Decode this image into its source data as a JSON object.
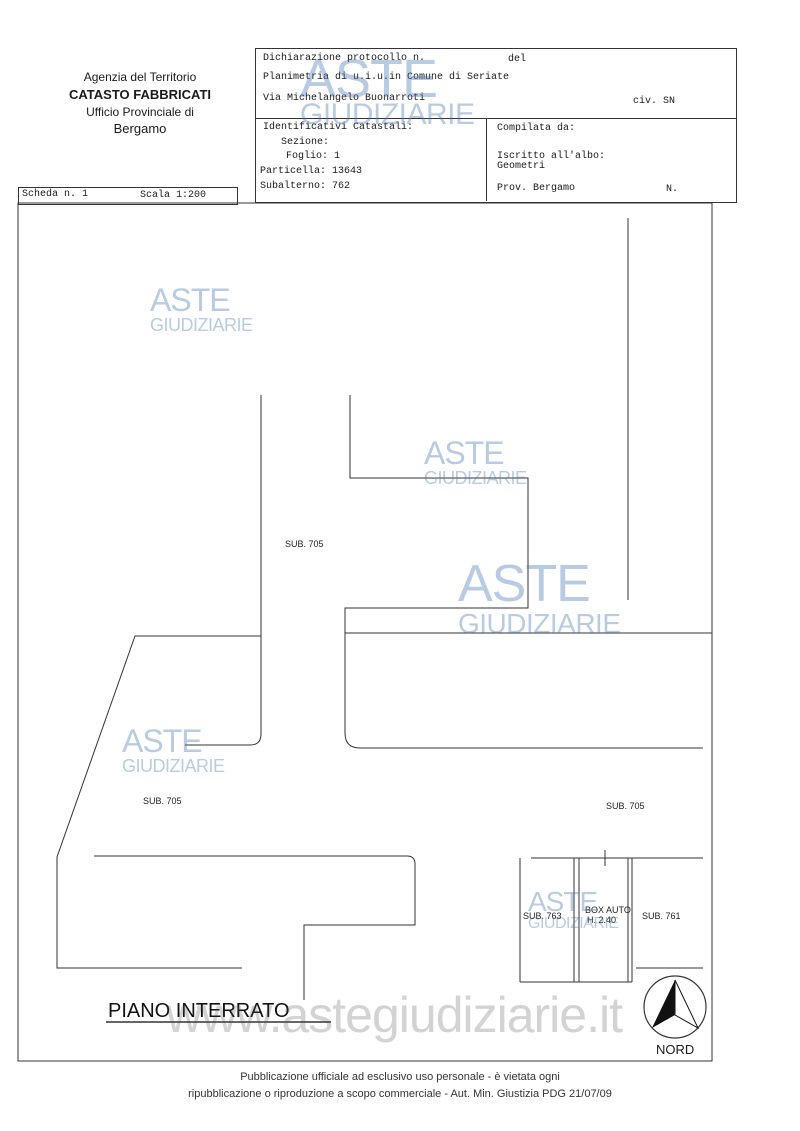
{
  "agency": {
    "name": "Agenzia del Territorio",
    "dept": "CATASTO FABBRICATI",
    "office": "Ufficio Provinciale di",
    "city": "Bergamo"
  },
  "scheda": {
    "number_label": "Scheda n. 1",
    "scale_label": "Scala 1:200"
  },
  "header": {
    "protocol_label": "Dichiarazione protocollo n.",
    "del_label": "del",
    "planimetria": "Planimetria di u.i.u.in Comune di Seriate",
    "address": "Via Michelangelo Buonarroti",
    "civ": "civ. SN",
    "identificativi": "Identificativi Catastali:",
    "sezione": "Sezione:",
    "foglio": "Foglio: 1",
    "particella": "Particella: 13643",
    "subalterno": "Subalterno: 762",
    "compilata": "Compilata da:",
    "iscritto": "Iscritto all'albo:",
    "geometri": "Geometri",
    "prov": "Prov. Bergamo",
    "n_label": "N."
  },
  "plan": {
    "sub_705_a": "SUB. 705",
    "sub_705_b": "SUB. 705",
    "sub_705_c": "SUB. 705",
    "sub_763": "SUB. 763",
    "sub_761": "SUB. 761",
    "box_auto": "BOX AUTO",
    "box_height": "H. 2.40",
    "floor_title": "PIANO INTERRATO",
    "north": "NORD"
  },
  "watermark": {
    "line1": "ASTE",
    "line2": "GIUDIZIARIE",
    "url": "www.astegiudiziarie.it",
    "color": "#4a78b4"
  },
  "footer": {
    "line1": "Pubblicazione ufficiale ad esclusivo uso personale - è vietata ogni",
    "line2": "ripubblicazione o riproduzione a scopo commerciale - Aut. Min. Giustizia PDG 21/07/09"
  }
}
